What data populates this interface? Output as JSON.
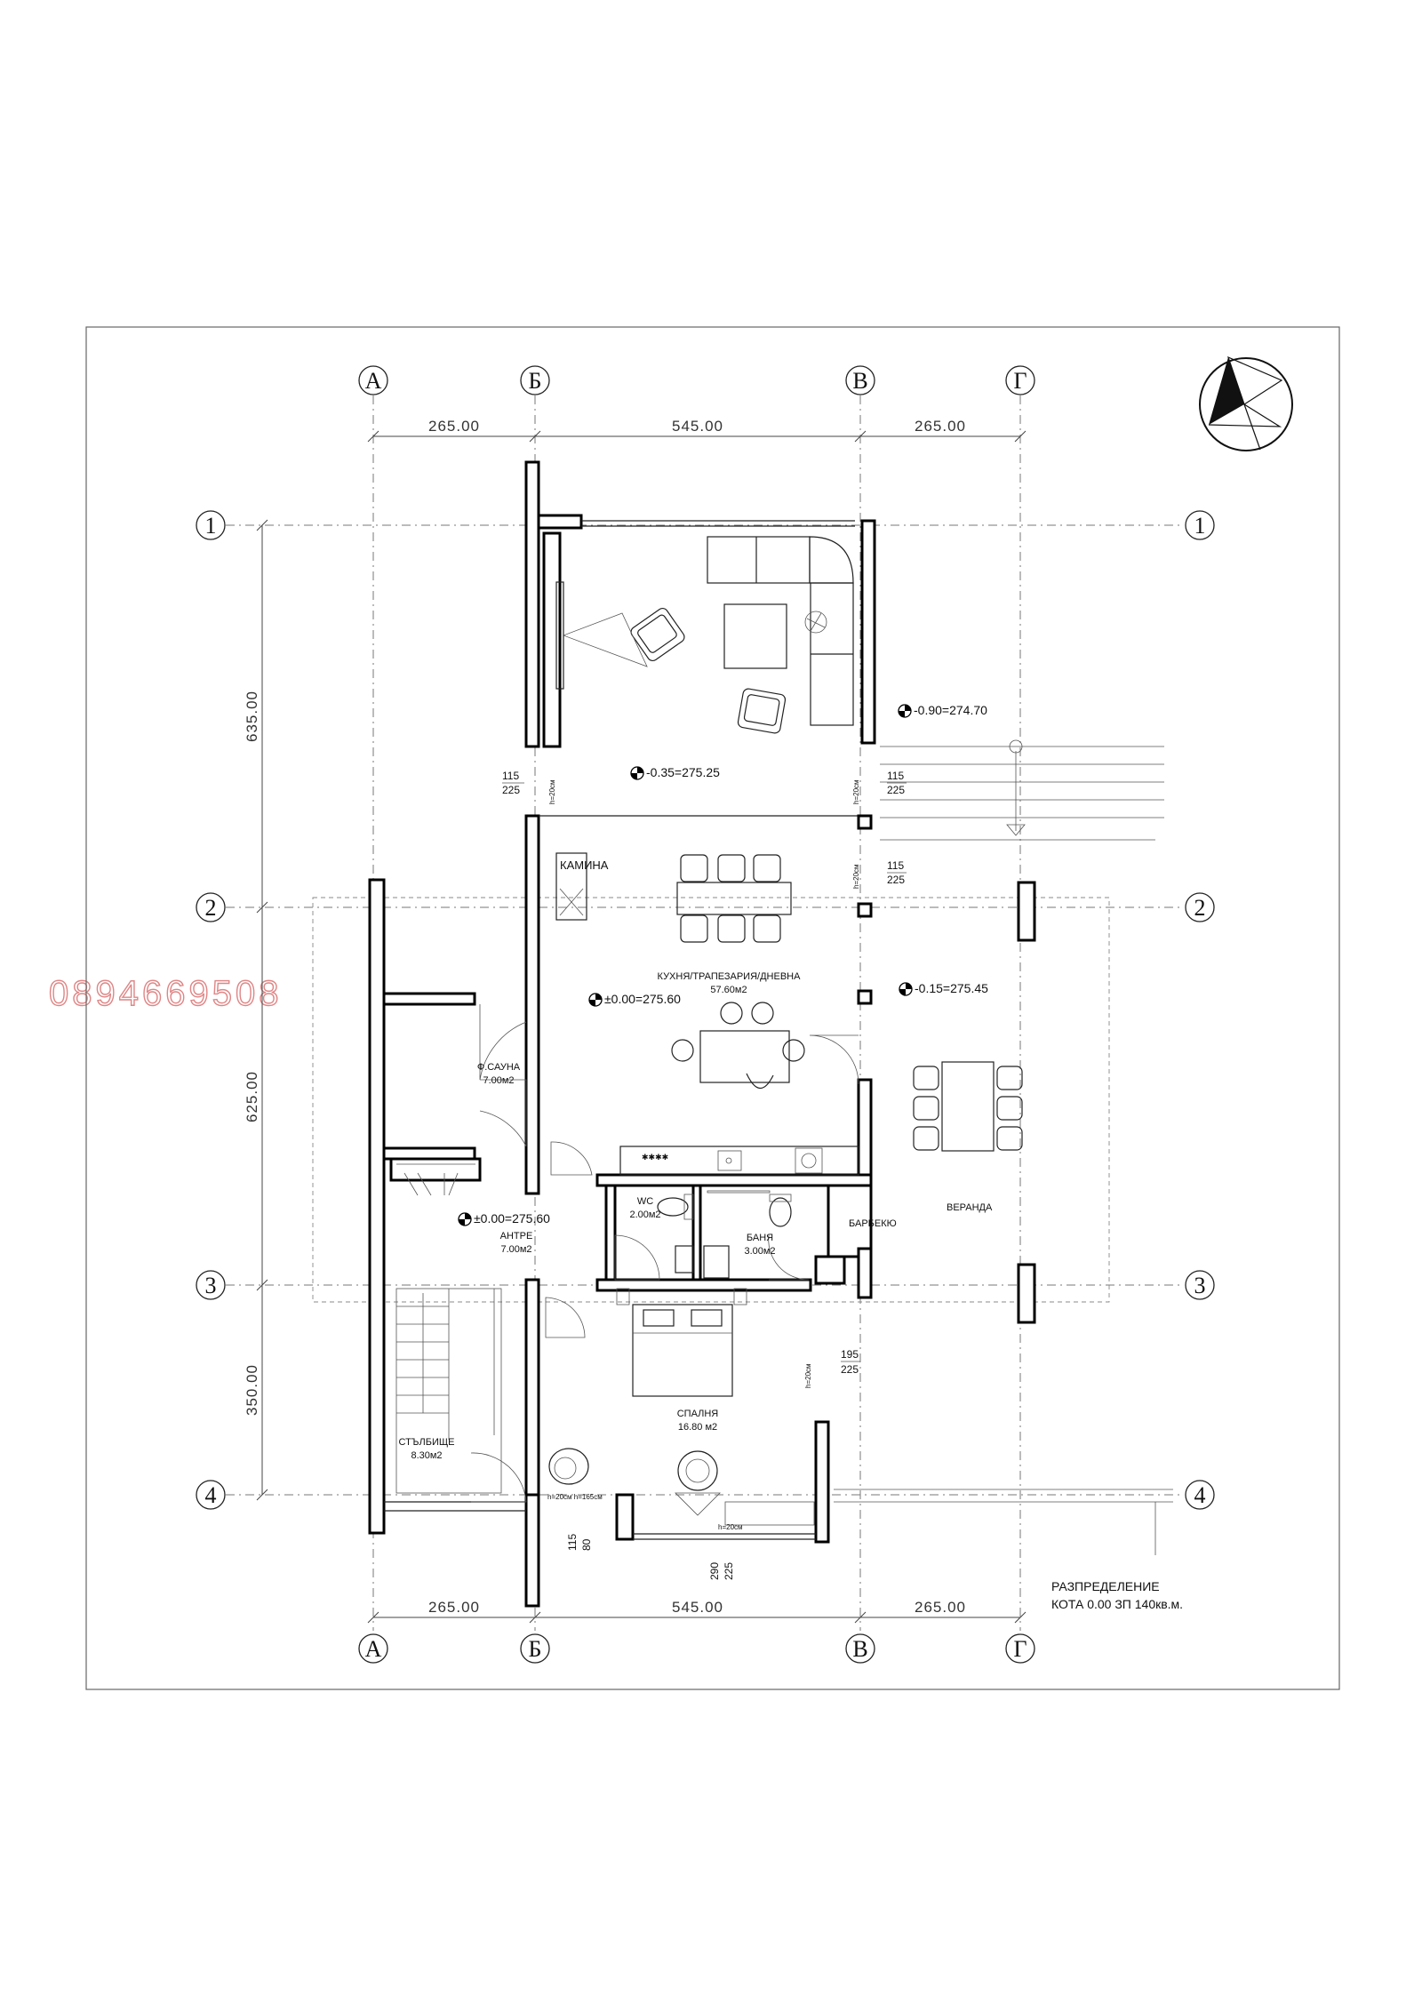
{
  "grid": {
    "axes_letters": [
      "А",
      "Б",
      "В",
      "Г"
    ],
    "axes_numbers": [
      "1",
      "2",
      "3",
      "4"
    ]
  },
  "dimensions": {
    "top": [
      "265.00",
      "545.00",
      "265.00"
    ],
    "bottom": [
      "265.00",
      "545.00",
      "265.00"
    ],
    "left": [
      "635.00",
      "625.00",
      "350.00"
    ]
  },
  "rooms": {
    "kitchen_name": "КУХНЯ/ТРАПЕЗАРИЯ/ДНЕВНА",
    "kitchen_area": "57.60м2",
    "sauna_name": "Ф.САУНА",
    "sauna_area": "7.00м2",
    "entry_name": "АНТРЕ",
    "entry_area": "7.00м2",
    "wc_name": "WC",
    "wc_area": "2.00м2",
    "bath_name": "БАНЯ",
    "bath_area": "3.00м2",
    "bedroom_name": "СПАЛНЯ",
    "bedroom_area": "16.80 м2",
    "stair_name": "СТЪЛБИЩЕ",
    "stair_area": "8.30м2",
    "fireplace": "КАМИНА",
    "bbq": "БАРБЕКЮ",
    "veranda": "ВЕРАНДА"
  },
  "elevations": {
    "e1": "-0.90=274.70",
    "e2": "-0.35=275.25",
    "e3": "±0.00=275.60",
    "e4": "-0.15=275.45",
    "e5": "±0.00=275.60"
  },
  "openings": {
    "o1a": "115",
    "o1b": "225",
    "o1h": "h=20см",
    "o2a": "115",
    "o2b": "225",
    "o2h": "h=20см",
    "o3a": "115",
    "o3b": "225",
    "o3h": "h=20см",
    "o4a": "195",
    "o4b": "225",
    "o4h": "h=20см",
    "o5a": "115",
    "o5b": "80",
    "o5h": "h=20см h=165см",
    "o6a": "290",
    "o6b": "225",
    "o6h": "h=20см"
  },
  "title": {
    "line1": "РАЗПРЕДЕЛЕНИЕ",
    "line2": "КОТА  0.00 ЗП 140кв.м."
  },
  "watermark": "0894669508"
}
